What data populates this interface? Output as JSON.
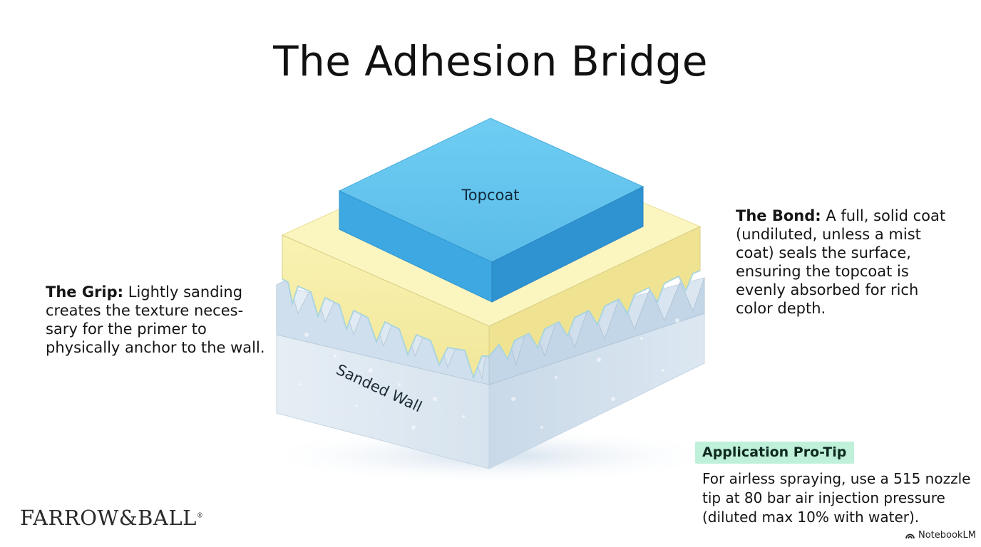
{
  "title": "The Adhesion Bridge",
  "layers": {
    "topcoat": {
      "label": "Topcoat",
      "color": "#5ec3ef"
    },
    "primer": {
      "color": "#f8f0a8"
    },
    "wall": {
      "label": "Sanded Wall",
      "color": "#dde9f3"
    }
  },
  "grip": {
    "heading": "The Grip:",
    "text": "Lightly sanding creates the texture neces- sary  for the primer to physically anchor to the wall."
  },
  "bond": {
    "heading": "The Bond:",
    "text": "A full, solid coat (undiluted, unless a mist coat) seals the surface, ensuring the topcoat is evenly absorbed for rich color depth."
  },
  "tip": {
    "heading": "Application Pro-Tip",
    "text": "For airless spraying, use a 515 nozzle tip at 80 bar air injection pressure (diluted max 10% with water).",
    "accent": "#bff0d9"
  },
  "brand": {
    "logo": "FARROW&BALL",
    "mark": "®"
  },
  "credit": {
    "icon": "notebooklm-icon",
    "text": "NotebookLM"
  }
}
